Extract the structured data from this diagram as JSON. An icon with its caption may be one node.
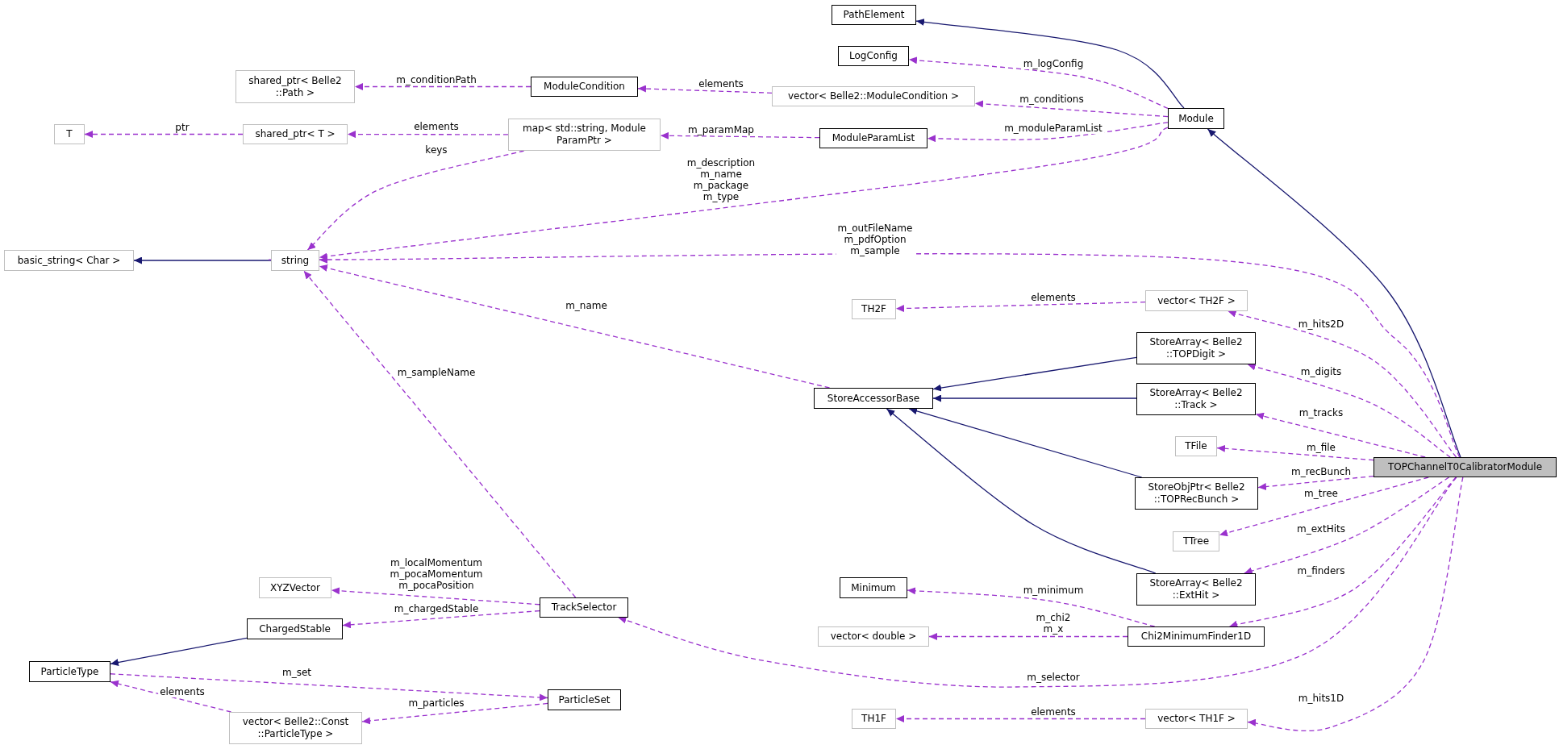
{
  "diagram": {
    "nodes": [
      {
        "text": [
          "PathElement"
        ]
      },
      {
        "text": [
          "LogConfig"
        ]
      },
      {
        "text": [
          "shared_ptr< Belle2 ::Path >"
        ]
      },
      {
        "text": [
          "ModuleCondition"
        ]
      },
      {
        "text": [
          "vector< Belle2::ModuleCondition >"
        ]
      },
      {
        "text": [
          "Module"
        ]
      },
      {
        "text": [
          "T"
        ]
      },
      {
        "text": [
          "shared_ptr< T >"
        ]
      },
      {
        "text": [
          "map< std::string, Module ParamPtr >"
        ]
      },
      {
        "text": [
          "ModuleParamList"
        ]
      },
      {
        "text": [
          "basic_string< Char >"
        ]
      },
      {
        "text": [
          "string"
        ]
      },
      {
        "text": [
          "TH2F"
        ]
      },
      {
        "text": [
          "vector< TH2F >"
        ]
      },
      {
        "text": [
          "StoreArray< Belle2 ::TOPDigit >"
        ]
      },
      {
        "text": [
          "StoreAccessorBase"
        ]
      },
      {
        "text": [
          "StoreArray< Belle2 ::Track >"
        ]
      },
      {
        "text": [
          "TFile"
        ]
      },
      {
        "text": [
          "TOPChannelT0CalibratorModule"
        ]
      },
      {
        "text": [
          "StoreObjPtr< Belle2 ::TOPRecBunch >"
        ]
      },
      {
        "text": [
          "TTree"
        ]
      },
      {
        "text": [
          "XYZVector"
        ]
      },
      {
        "text": [
          "Minimum"
        ]
      },
      {
        "text": [
          "StoreArray< Belle2 ::ExtHit >"
        ]
      },
      {
        "text": [
          "TrackSelector"
        ]
      },
      {
        "text": [
          "ChargedStable"
        ]
      },
      {
        "text": [
          "vector< double >"
        ]
      },
      {
        "text": [
          "Chi2MinimumFinder1D"
        ]
      },
      {
        "text": [
          "ParticleType"
        ]
      },
      {
        "text": [
          "ParticleSet"
        ]
      },
      {
        "text": [
          "TH1F"
        ]
      },
      {
        "text": [
          "vector< TH1F >"
        ]
      },
      {
        "text": [
          "vector< Belle2::Const ::ParticleType >"
        ]
      }
    ],
    "edges": [
      {
        "from": 5,
        "to": 0,
        "arrow": "to",
        "color": "#191970"
      },
      {
        "from": 5,
        "to": 1,
        "arrow": "to",
        "label": "m_logConfig",
        "style": "dashed"
      },
      {
        "from": 5,
        "to": 4,
        "arrow": "to",
        "label": "m_conditions",
        "style": "dashed"
      },
      {
        "from": 4,
        "to": 3,
        "arrow": "to",
        "label": "elements",
        "style": "dashed"
      },
      {
        "from": 3,
        "to": 2,
        "arrow": "to",
        "label": "m_conditionPath",
        "style": "dashed"
      },
      {
        "from": 5,
        "to": 9,
        "arrow": "to",
        "label": "m_moduleParamList",
        "style": "dashed"
      },
      {
        "from": 9,
        "to": 8,
        "arrow": "to",
        "label": "m_paramMap",
        "style": "dashed"
      },
      {
        "from": 8,
        "to": 7,
        "arrow": "to",
        "label": "elements",
        "style": "dashed"
      },
      {
        "from": 7,
        "to": 6,
        "arrow": "to",
        "label": "ptr",
        "style": "dashed"
      },
      {
        "from": 8,
        "to": 11,
        "arrow": "to",
        "label": "keys",
        "style": "dashed"
      },
      {
        "from": 5,
        "to": 11,
        "arrow": "to",
        "label": "m_description m_name m_package m_type",
        "style": "dashed"
      },
      {
        "from": 11,
        "to": 10,
        "arrow": "to",
        "color": "#191970"
      },
      {
        "from": 18,
        "to": 5,
        "arrow": "to",
        "color": "#191970"
      },
      {
        "from": 18,
        "to": 11,
        "arrow": "to",
        "label": "m_outFileName m_pdfOption m_sample",
        "style": "dashed"
      },
      {
        "from": 13,
        "to": 12,
        "arrow": "to",
        "label": "elements",
        "style": "dashed"
      },
      {
        "from": 18,
        "to": 13,
        "arrow": "to",
        "label": "m_hits2D",
        "style": "dashed"
      },
      {
        "from": 18,
        "to": 14,
        "arrow": "to",
        "label": "m_digits",
        "style": "dashed"
      },
      {
        "from": 14,
        "to": 15,
        "arrow": "to",
        "color": "#191970"
      },
      {
        "from": 15,
        "to": 11,
        "arrow": "to",
        "label": "m_name",
        "style": "dashed"
      },
      {
        "from": 16,
        "to": 15,
        "arrow": "to",
        "color": "#191970"
      },
      {
        "from": 18,
        "to": 16,
        "arrow": "to",
        "label": "m_tracks",
        "style": "dashed"
      },
      {
        "from": 18,
        "to": 17,
        "arrow": "to",
        "label": "m_file",
        "style": "dashed"
      },
      {
        "from": 19,
        "to": 15,
        "arrow": "to",
        "color": "#191970"
      },
      {
        "from": 18,
        "to": 19,
        "arrow": "to",
        "label": "m_recBunch",
        "style": "dashed"
      },
      {
        "from": 18,
        "to": 20,
        "arrow": "to",
        "label": "m_tree",
        "style": "dashed"
      },
      {
        "from": 23,
        "to": 15,
        "arrow": "to",
        "color": "#191970"
      },
      {
        "from": 18,
        "to": 23,
        "arrow": "to",
        "label": "m_extHits",
        "style": "dashed"
      },
      {
        "from": 18,
        "to": 27,
        "arrow": "to",
        "label": "m_finders",
        "style": "dashed"
      },
      {
        "from": 27,
        "to": 22,
        "arrow": "to",
        "label": "m_minimum",
        "style": "dashed"
      },
      {
        "from": 27,
        "to": 26,
        "arrow": "to",
        "label": "m_chi2 m_x",
        "style": "dashed"
      },
      {
        "from": 18,
        "to": 24,
        "arrow": "to",
        "label": "m_selector",
        "style": "dashed"
      },
      {
        "from": 24,
        "to": 11,
        "arrow": "to",
        "label": "m_sampleName",
        "style": "dashed"
      },
      {
        "from": 24,
        "to": 21,
        "arrow": "to",
        "label": "m_localMomentum m_pocaMomentum m_pocaPosition",
        "style": "dashed"
      },
      {
        "from": 24,
        "to": 25,
        "arrow": "to",
        "label": "m_chargedStable",
        "style": "dashed"
      },
      {
        "from": 25,
        "to": 28,
        "arrow": "to",
        "color": "#191970"
      },
      {
        "from": 28,
        "to": 29,
        "arrow": "to",
        "label": "m_set",
        "style": "dashed"
      },
      {
        "from": 29,
        "to": 32,
        "arrow": "to",
        "label": "m_particles",
        "style": "dashed"
      },
      {
        "from": 32,
        "to": 28,
        "arrow": "to",
        "label": "elements",
        "style": "dashed"
      },
      {
        "from": 18,
        "to": 31,
        "arrow": "to",
        "label": "m_hits1D",
        "style": "dashed"
      },
      {
        "from": 31,
        "to": 30,
        "arrow": "to",
        "label": "elements",
        "style": "dashed"
      }
    ]
  }
}
